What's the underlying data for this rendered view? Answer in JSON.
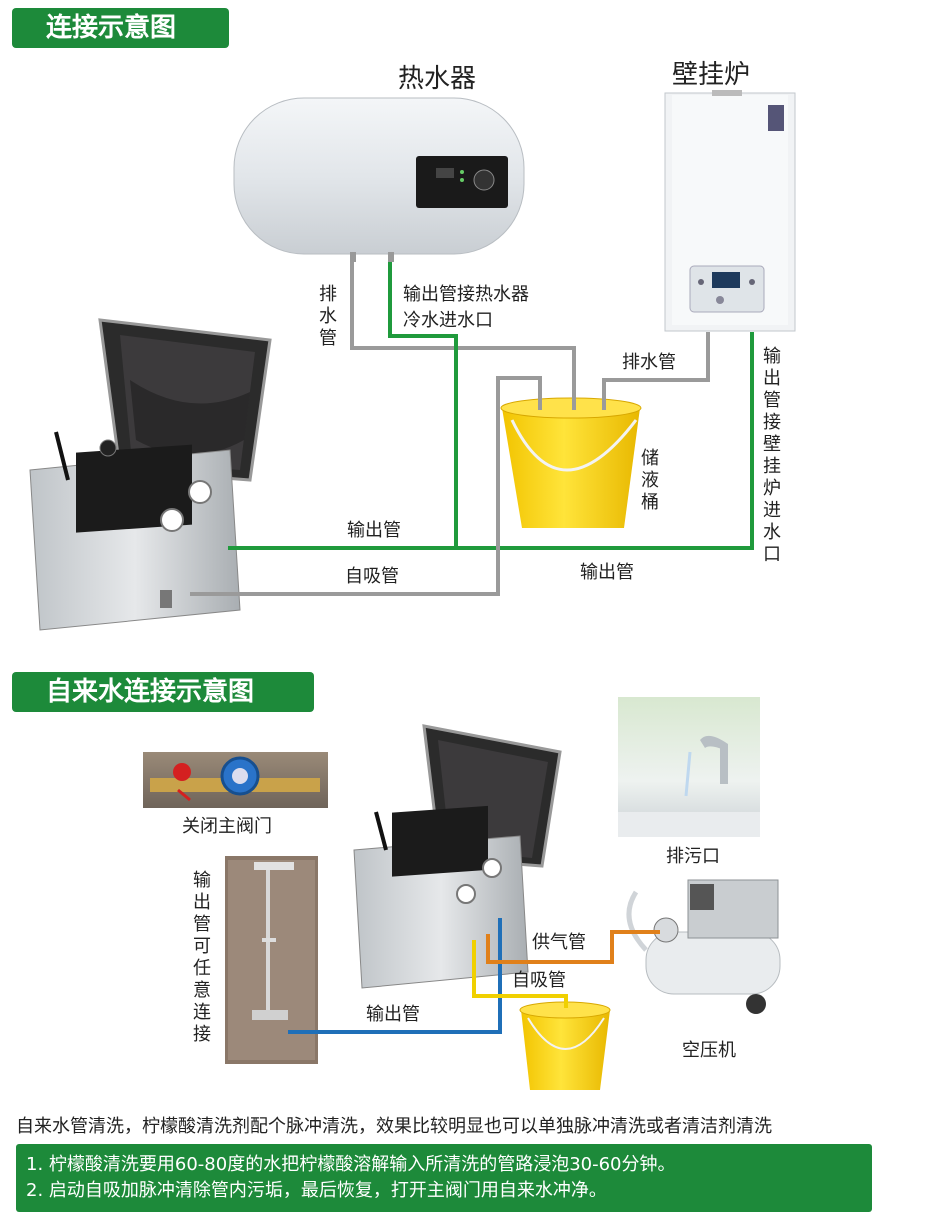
{
  "section1": {
    "title": "连接示意图",
    "water_heater_label": "热水器",
    "boiler_label": "壁挂炉",
    "drain_pipe_left": "排水管",
    "output_to_heater": "输出管接热水器冷水进水口",
    "output_to_heater_line1": "输出管接热水器",
    "output_to_heater_line2": "冷水进水口",
    "drain_pipe_right": "排水管",
    "output_to_boiler": "输出管接壁挂炉进水口",
    "storage_bucket": "储液桶",
    "output_pipe_1": "输出管",
    "suction_pipe": "自吸管",
    "output_pipe_2": "输出管"
  },
  "section2": {
    "title": "自来水连接示意图",
    "close_valve": "关闭主阀门",
    "output_any": "输出管可任意连接",
    "drain_outlet": "排污口",
    "air_supply_pipe": "供气管",
    "suction_pipe": "自吸管",
    "output_pipe": "输出管",
    "air_compressor": "空压机"
  },
  "footer": {
    "note": "自来水管清洗，柠檬酸清洗剂配个脉冲清洗，效果比较明显也可以单独脉冲清洗或者清洁剂清洗",
    "steps": [
      "1. 柠檬酸清洗要用60-80度的水把柠檬酸溶解输入所清洗的管路浸泡30-60分钟。",
      "2. 启动自吸加脉冲清除管内污垢，最后恢复，打开主阀门用自来水冲净。"
    ]
  },
  "colors": {
    "banner_green": "#1d8a3a",
    "pipe_green": "#1f9a3c",
    "pipe_gray": "#9a9a9a",
    "pipe_blue": "#1f6fb8",
    "pipe_yellow": "#f0d000",
    "pipe_orange": "#e0801a",
    "bucket_yellow": "#f6d300"
  }
}
